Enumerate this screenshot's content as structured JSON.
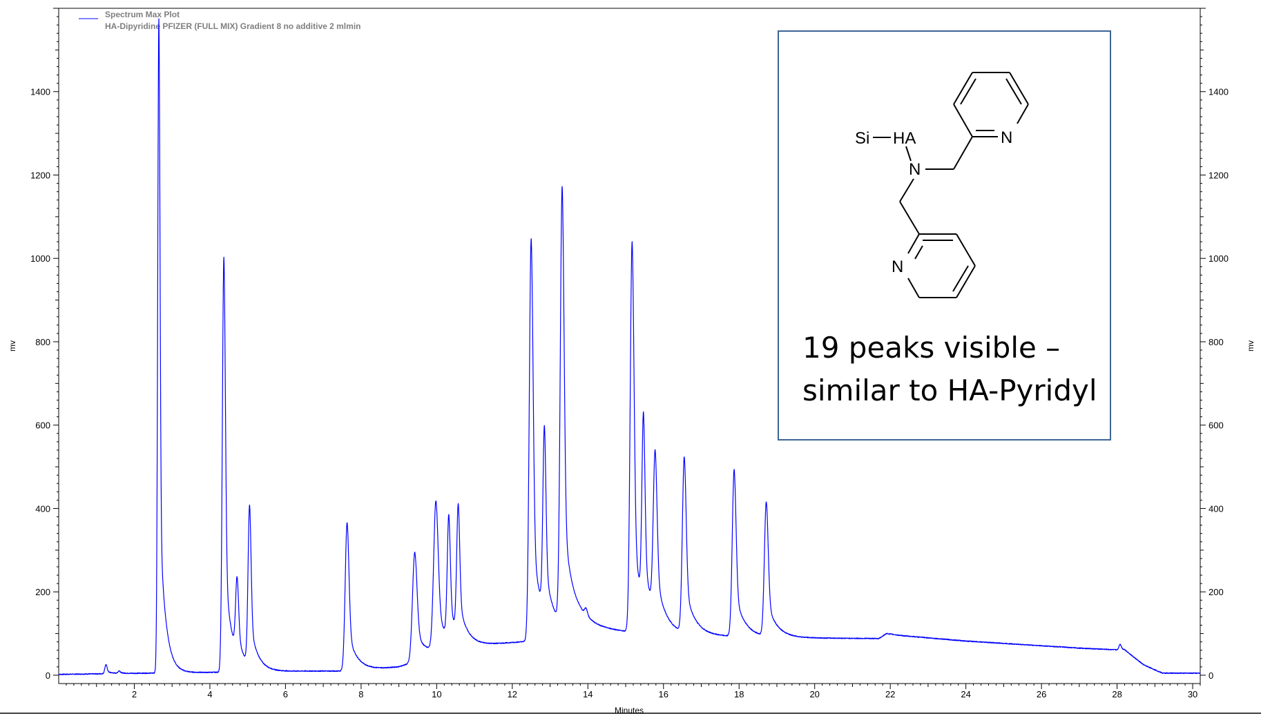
{
  "chart_data": {
    "type": "line",
    "title": "",
    "legend": {
      "placement": "top-left",
      "entry": "Spectrum Max Plot",
      "subtitle": "HA-Dipyridine PFIZER (FULL MIX) Gradient 8 no additive 2 mlmin"
    },
    "xlabel": "Minutes",
    "ylabel": "mv",
    "ylabel_right": "mv",
    "xlim": [
      0,
      30.2
    ],
    "ylim": [
      -20,
      1600
    ],
    "xticks": [
      2,
      4,
      6,
      8,
      10,
      12,
      14,
      16,
      18,
      20,
      22,
      24,
      26,
      28,
      30
    ],
    "yticks": [
      0,
      200,
      400,
      600,
      800,
      1000,
      1200,
      1400
    ],
    "grid": false,
    "series_color": "#0000ff",
    "baseline": [
      [
        0,
        2
      ],
      [
        2.4,
        5
      ],
      [
        4.1,
        7
      ],
      [
        6.5,
        10
      ],
      [
        8,
        10
      ],
      [
        9,
        20
      ],
      [
        10.6,
        68
      ],
      [
        12.5,
        82
      ],
      [
        13.8,
        120
      ],
      [
        15,
        105
      ],
      [
        17,
        95
      ],
      [
        19,
        90
      ],
      [
        21.7,
        88
      ],
      [
        21.9,
        100
      ],
      [
        22.3,
        95
      ],
      [
        24,
        82
      ],
      [
        27,
        65
      ],
      [
        28.2,
        60
      ],
      [
        28.7,
        25
      ],
      [
        29.2,
        5
      ],
      [
        30.2,
        5
      ]
    ],
    "peaks": [
      {
        "rt": 1.25,
        "height": 22,
        "width": 0.03
      },
      {
        "rt": 1.6,
        "height": 6,
        "width": 0.03
      },
      {
        "rt": 2.65,
        "height": 1570,
        "width": 0.03
      },
      {
        "rt": 4.37,
        "height": 995,
        "width": 0.04
      },
      {
        "rt": 4.72,
        "height": 180,
        "width": 0.04
      },
      {
        "rt": 5.05,
        "height": 382,
        "width": 0.04
      },
      {
        "rt": 7.63,
        "height": 356,
        "width": 0.05
      },
      {
        "rt": 9.42,
        "height": 262,
        "width": 0.06
      },
      {
        "rt": 9.98,
        "height": 358,
        "width": 0.06
      },
      {
        "rt": 10.32,
        "height": 290,
        "width": 0.04
      },
      {
        "rt": 10.57,
        "height": 305,
        "width": 0.04
      },
      {
        "rt": 12.5,
        "height": 965,
        "width": 0.05
      },
      {
        "rt": 12.85,
        "height": 440,
        "width": 0.04
      },
      {
        "rt": 13.32,
        "height": 1045,
        "width": 0.05
      },
      {
        "rt": 13.95,
        "height": 18,
        "width": 0.04
      },
      {
        "rt": 15.17,
        "height": 935,
        "width": 0.05
      },
      {
        "rt": 15.47,
        "height": 450,
        "width": 0.04
      },
      {
        "rt": 15.78,
        "height": 390,
        "width": 0.05
      },
      {
        "rt": 16.55,
        "height": 420,
        "width": 0.05
      },
      {
        "rt": 17.87,
        "height": 400,
        "width": 0.05
      },
      {
        "rt": 18.72,
        "height": 322,
        "width": 0.05
      },
      {
        "rt": 28.08,
        "height": 14,
        "width": 0.03
      }
    ]
  },
  "inset": {
    "labels": {
      "si": "Si",
      "ha": "HA",
      "n_amine": "N",
      "n_top": "N",
      "n_bottom": "N"
    },
    "annotation_line1": "19 peaks visible –",
    "annotation_line2": "similar to HA-Pyridyl",
    "border_color": "#3c6496"
  }
}
